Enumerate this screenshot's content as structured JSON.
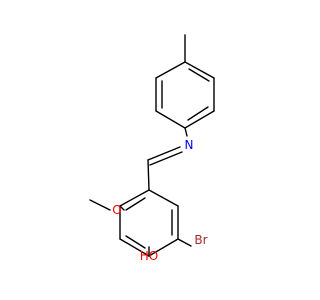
{
  "molecule": {
    "atoms": {
      "nitrogen": {
        "label": "N",
        "color": "#0000ff"
      },
      "bromine": {
        "label": "Br",
        "color": "#a52a2a"
      },
      "methoxy_oxygen": {
        "label": "O",
        "color": "#ff0000"
      },
      "hydroxyl": {
        "label": "HO",
        "color": "#ff0000"
      }
    },
    "bond_color": "#000000",
    "background": "#ffffff"
  }
}
